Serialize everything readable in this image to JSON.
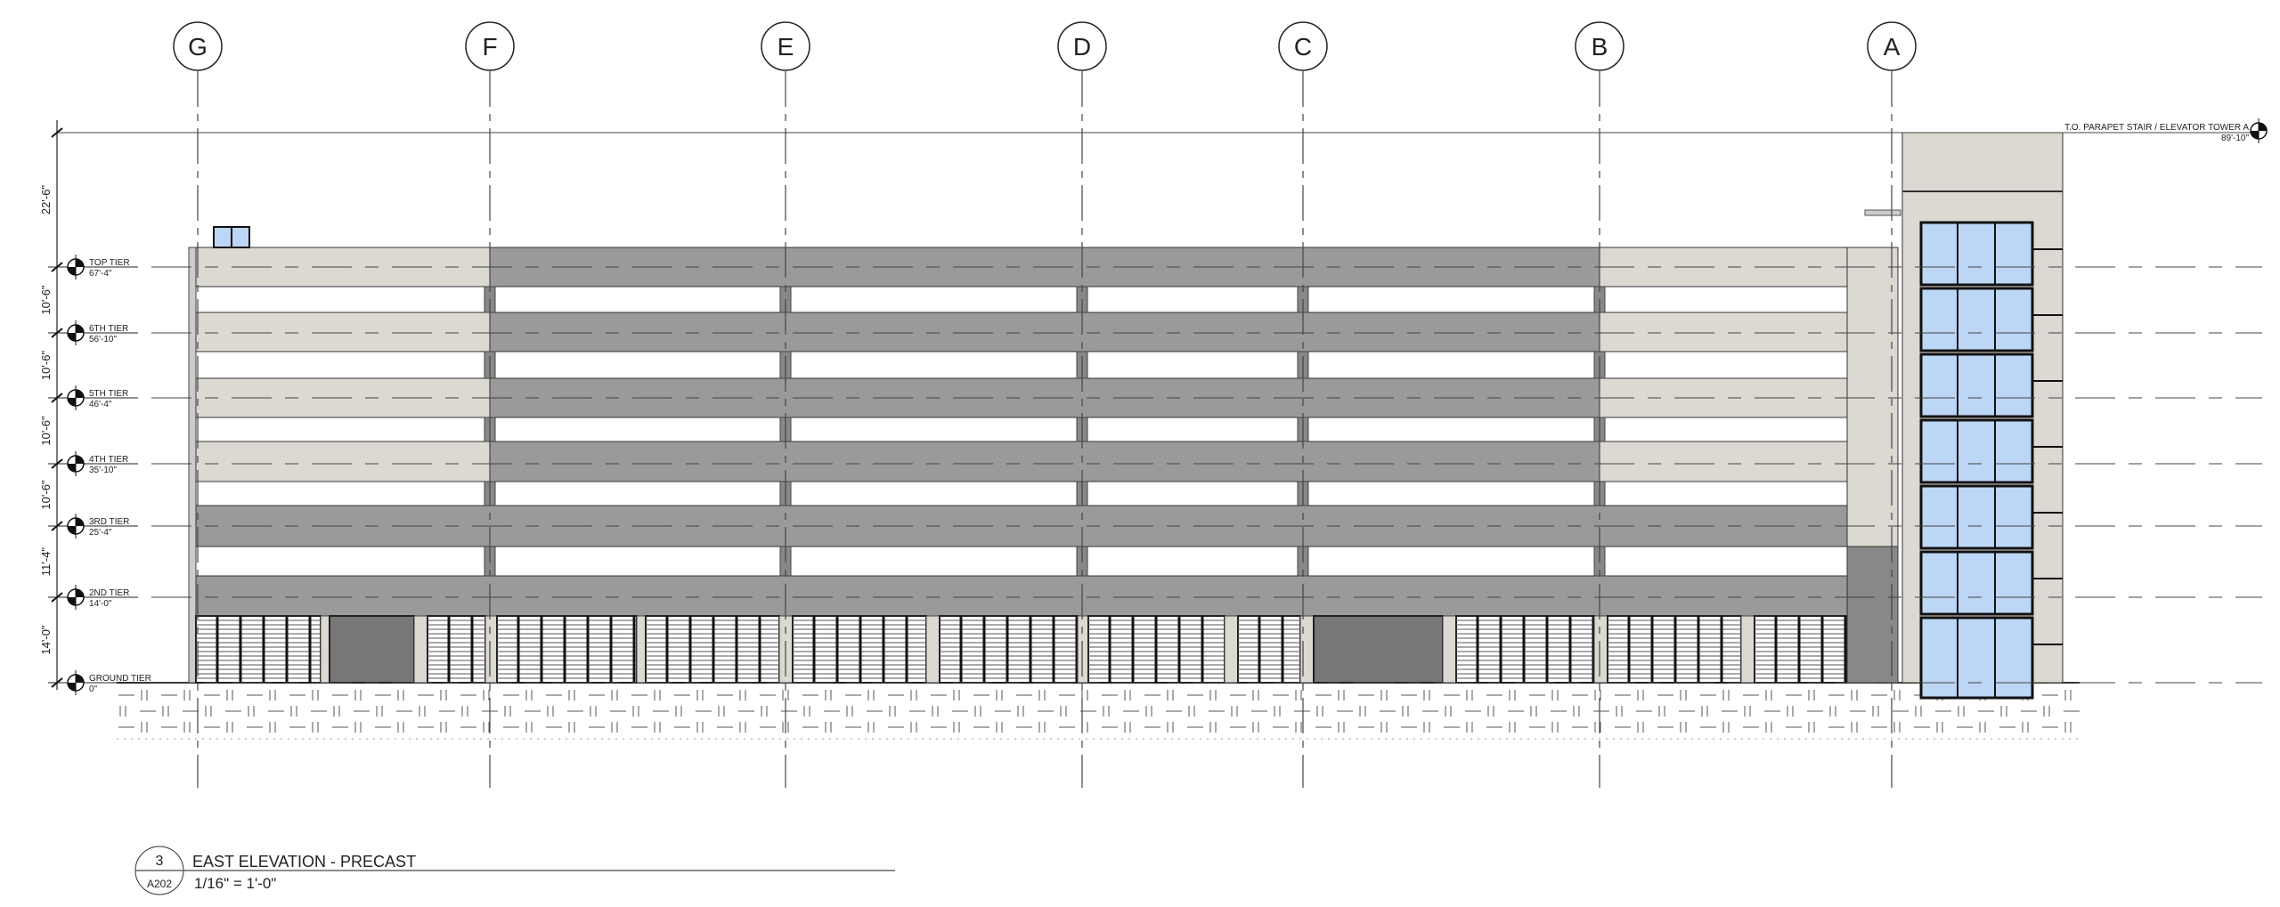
{
  "drawing": {
    "view_number": "3",
    "sheet": "A202",
    "title": "EAST ELEVATION - PRECAST",
    "scale": "1/16\" = 1'-0\""
  },
  "grid_lines": [
    "G",
    "F",
    "E",
    "D",
    "C",
    "B",
    "A"
  ],
  "levels": [
    {
      "name": "TOP TIER",
      "elev": "67'-4\""
    },
    {
      "name": "6TH TIER",
      "elev": "56'-10\""
    },
    {
      "name": "5TH TIER",
      "elev": "46'-4\""
    },
    {
      "name": "4TH TIER",
      "elev": "35'-10\""
    },
    {
      "name": "3RD TIER",
      "elev": "25'-4\""
    },
    {
      "name": "2ND TIER",
      "elev": "14'-0\""
    },
    {
      "name": "GROUND TIER",
      "elev": "0\""
    }
  ],
  "parapet_level": {
    "name": "T.O. PARAPET STAIR / ELEVATOR TOWER A",
    "elev": "89'-10\""
  },
  "dimensions": [
    "22'-6\"",
    "10'-6\"",
    "10'-6\"",
    "10'-6\"",
    "10'-6\"",
    "11'-4\"",
    "14'-0\""
  ],
  "colors": {
    "light_precast": "#dcd8d2",
    "dark_precast": "#9a9a9a",
    "glass": "#bcd6f5",
    "line": "#222222"
  }
}
